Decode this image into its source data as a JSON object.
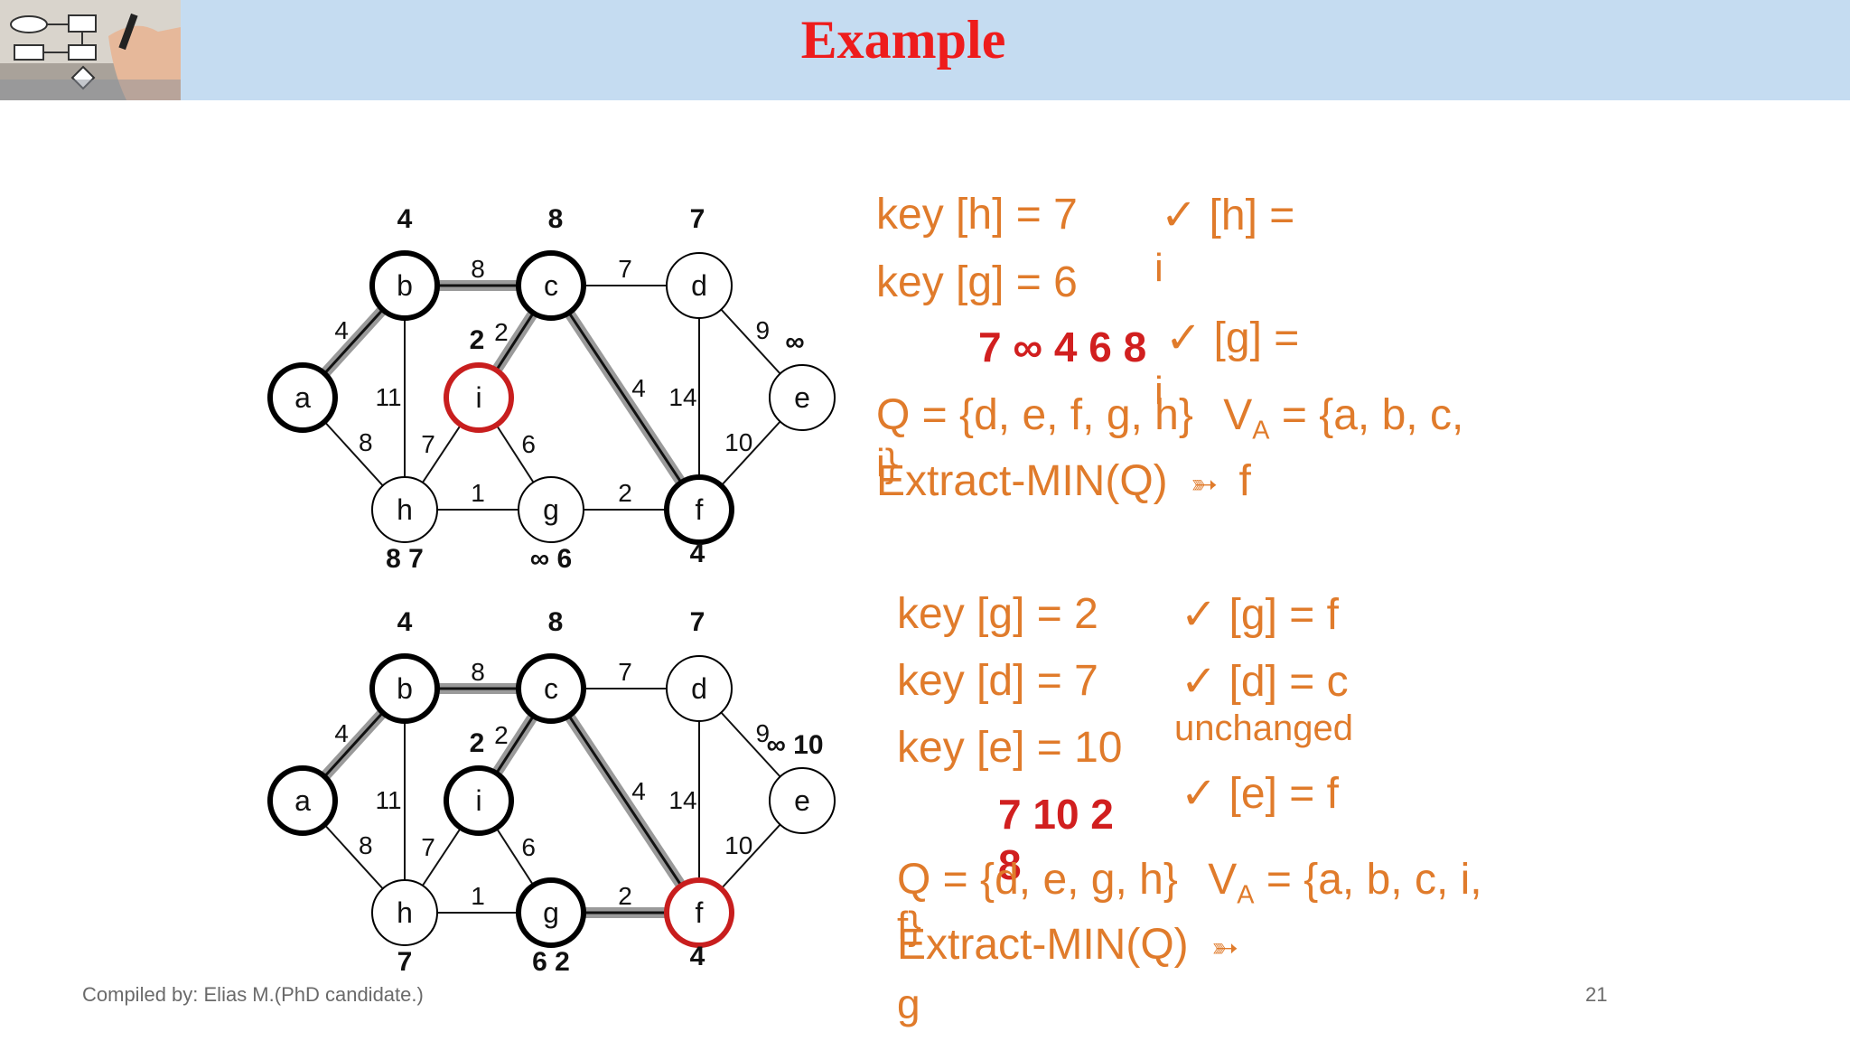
{
  "header": {
    "title": "Example"
  },
  "graphs": [
    {
      "id": "graph1",
      "nodes": [
        {
          "id": "a",
          "label": "a",
          "style": "bold",
          "key": ""
        },
        {
          "id": "b",
          "label": "b",
          "style": "bold",
          "key": "4"
        },
        {
          "id": "c",
          "label": "c",
          "style": "bold",
          "key": "8"
        },
        {
          "id": "d",
          "label": "d",
          "style": "normal",
          "key": "7"
        },
        {
          "id": "e",
          "label": "e",
          "style": "normal",
          "key": "∞"
        },
        {
          "id": "i",
          "label": "i",
          "style": "red",
          "key": "2"
        },
        {
          "id": "h",
          "label": "h",
          "style": "normal",
          "key": "8 7"
        },
        {
          "id": "g",
          "label": "g",
          "style": "normal",
          "key": "∞ 6"
        },
        {
          "id": "f",
          "label": "f",
          "style": "bold",
          "key": "4"
        }
      ],
      "edges": [
        {
          "from": "a",
          "to": "b",
          "weight": "4",
          "tree": true
        },
        {
          "from": "b",
          "to": "c",
          "weight": "8",
          "tree": true
        },
        {
          "from": "c",
          "to": "d",
          "weight": "7",
          "tree": false
        },
        {
          "from": "d",
          "to": "e",
          "weight": "9",
          "tree": false
        },
        {
          "from": "c",
          "to": "i",
          "weight": "2",
          "tree": true
        },
        {
          "from": "b",
          "to": "h",
          "weight": "11",
          "tree": false
        },
        {
          "from": "a",
          "to": "h",
          "weight": "8",
          "tree": false
        },
        {
          "from": "i",
          "to": "h",
          "weight": "7",
          "tree": false
        },
        {
          "from": "i",
          "to": "g",
          "weight": "6",
          "tree": false
        },
        {
          "from": "c",
          "to": "f",
          "weight": "4",
          "tree": true
        },
        {
          "from": "d",
          "to": "f",
          "weight": "14",
          "tree": false
        },
        {
          "from": "e",
          "to": "f",
          "weight": "10",
          "tree": false
        },
        {
          "from": "h",
          "to": "g",
          "weight": "1",
          "tree": false
        },
        {
          "from": "g",
          "to": "f",
          "weight": "2",
          "tree": false
        }
      ]
    },
    {
      "id": "graph2",
      "nodes": [
        {
          "id": "a",
          "label": "a",
          "style": "bold",
          "key": ""
        },
        {
          "id": "b",
          "label": "b",
          "style": "bold",
          "key": "4"
        },
        {
          "id": "c",
          "label": "c",
          "style": "bold",
          "key": "8"
        },
        {
          "id": "d",
          "label": "d",
          "style": "normal",
          "key": "7"
        },
        {
          "id": "e",
          "label": "e",
          "style": "normal",
          "key": "∞ 10"
        },
        {
          "id": "i",
          "label": "i",
          "style": "bold",
          "key": "2"
        },
        {
          "id": "h",
          "label": "h",
          "style": "normal",
          "key": "7"
        },
        {
          "id": "g",
          "label": "g",
          "style": "bold",
          "key": "6 2"
        },
        {
          "id": "f",
          "label": "f",
          "style": "red",
          "key": "4"
        }
      ],
      "edges": [
        {
          "from": "a",
          "to": "b",
          "weight": "4",
          "tree": true
        },
        {
          "from": "b",
          "to": "c",
          "weight": "8",
          "tree": true
        },
        {
          "from": "c",
          "to": "d",
          "weight": "7",
          "tree": false
        },
        {
          "from": "d",
          "to": "e",
          "weight": "9",
          "tree": false
        },
        {
          "from": "c",
          "to": "i",
          "weight": "2",
          "tree": true
        },
        {
          "from": "b",
          "to": "h",
          "weight": "11",
          "tree": false
        },
        {
          "from": "a",
          "to": "h",
          "weight": "8",
          "tree": false
        },
        {
          "from": "i",
          "to": "h",
          "weight": "7",
          "tree": false
        },
        {
          "from": "i",
          "to": "g",
          "weight": "6",
          "tree": false
        },
        {
          "from": "c",
          "to": "f",
          "weight": "4",
          "tree": true
        },
        {
          "from": "d",
          "to": "f",
          "weight": "14",
          "tree": false
        },
        {
          "from": "e",
          "to": "f",
          "weight": "10",
          "tree": false
        },
        {
          "from": "h",
          "to": "g",
          "weight": "1",
          "tree": false
        },
        {
          "from": "g",
          "to": "f",
          "weight": "2",
          "tree": true
        }
      ]
    }
  ],
  "step1": {
    "key_h": "key [h] = 7",
    "pi_h": "✓ [h] =",
    "pi_h_val": "i",
    "key_g": "key [g] = 6",
    "pi_g": "✓ [g] =",
    "pi_g_val": "i",
    "keys_row": "7  ∞  4  6  8",
    "queue": "Q = {d, e, f, g, h}",
    "va": "V",
    "va_sub": "A",
    "va_rest": " = {a, b, c,",
    "va_tail": "i}",
    "extract": "Extract-MIN(Q)",
    "extract_arrow": "➳",
    "extract_result": "f"
  },
  "step2": {
    "key_g": "key [g] = 2",
    "pi_g": "✓ [g] = f",
    "key_d": "key [d] = 7",
    "pi_d": "✓ [d] = c",
    "unchanged": "unchanged",
    "key_e": "key [e] = 10",
    "pi_e": "✓ [e] = f",
    "keys_row": "7  10  2",
    "keys_row2": "8",
    "queue": "Q = {d, e, g, h}",
    "va": "V",
    "va_sub": "A",
    "va_rest": " = {a, b, c, i,",
    "va_tail": "f}",
    "extract": "Extract-MIN(Q)",
    "extract_arrow": "➳",
    "extract_result": "g"
  },
  "footer": {
    "credit": "Compiled by: Elias  M.(PhD candidate.)",
    "page": "21"
  }
}
